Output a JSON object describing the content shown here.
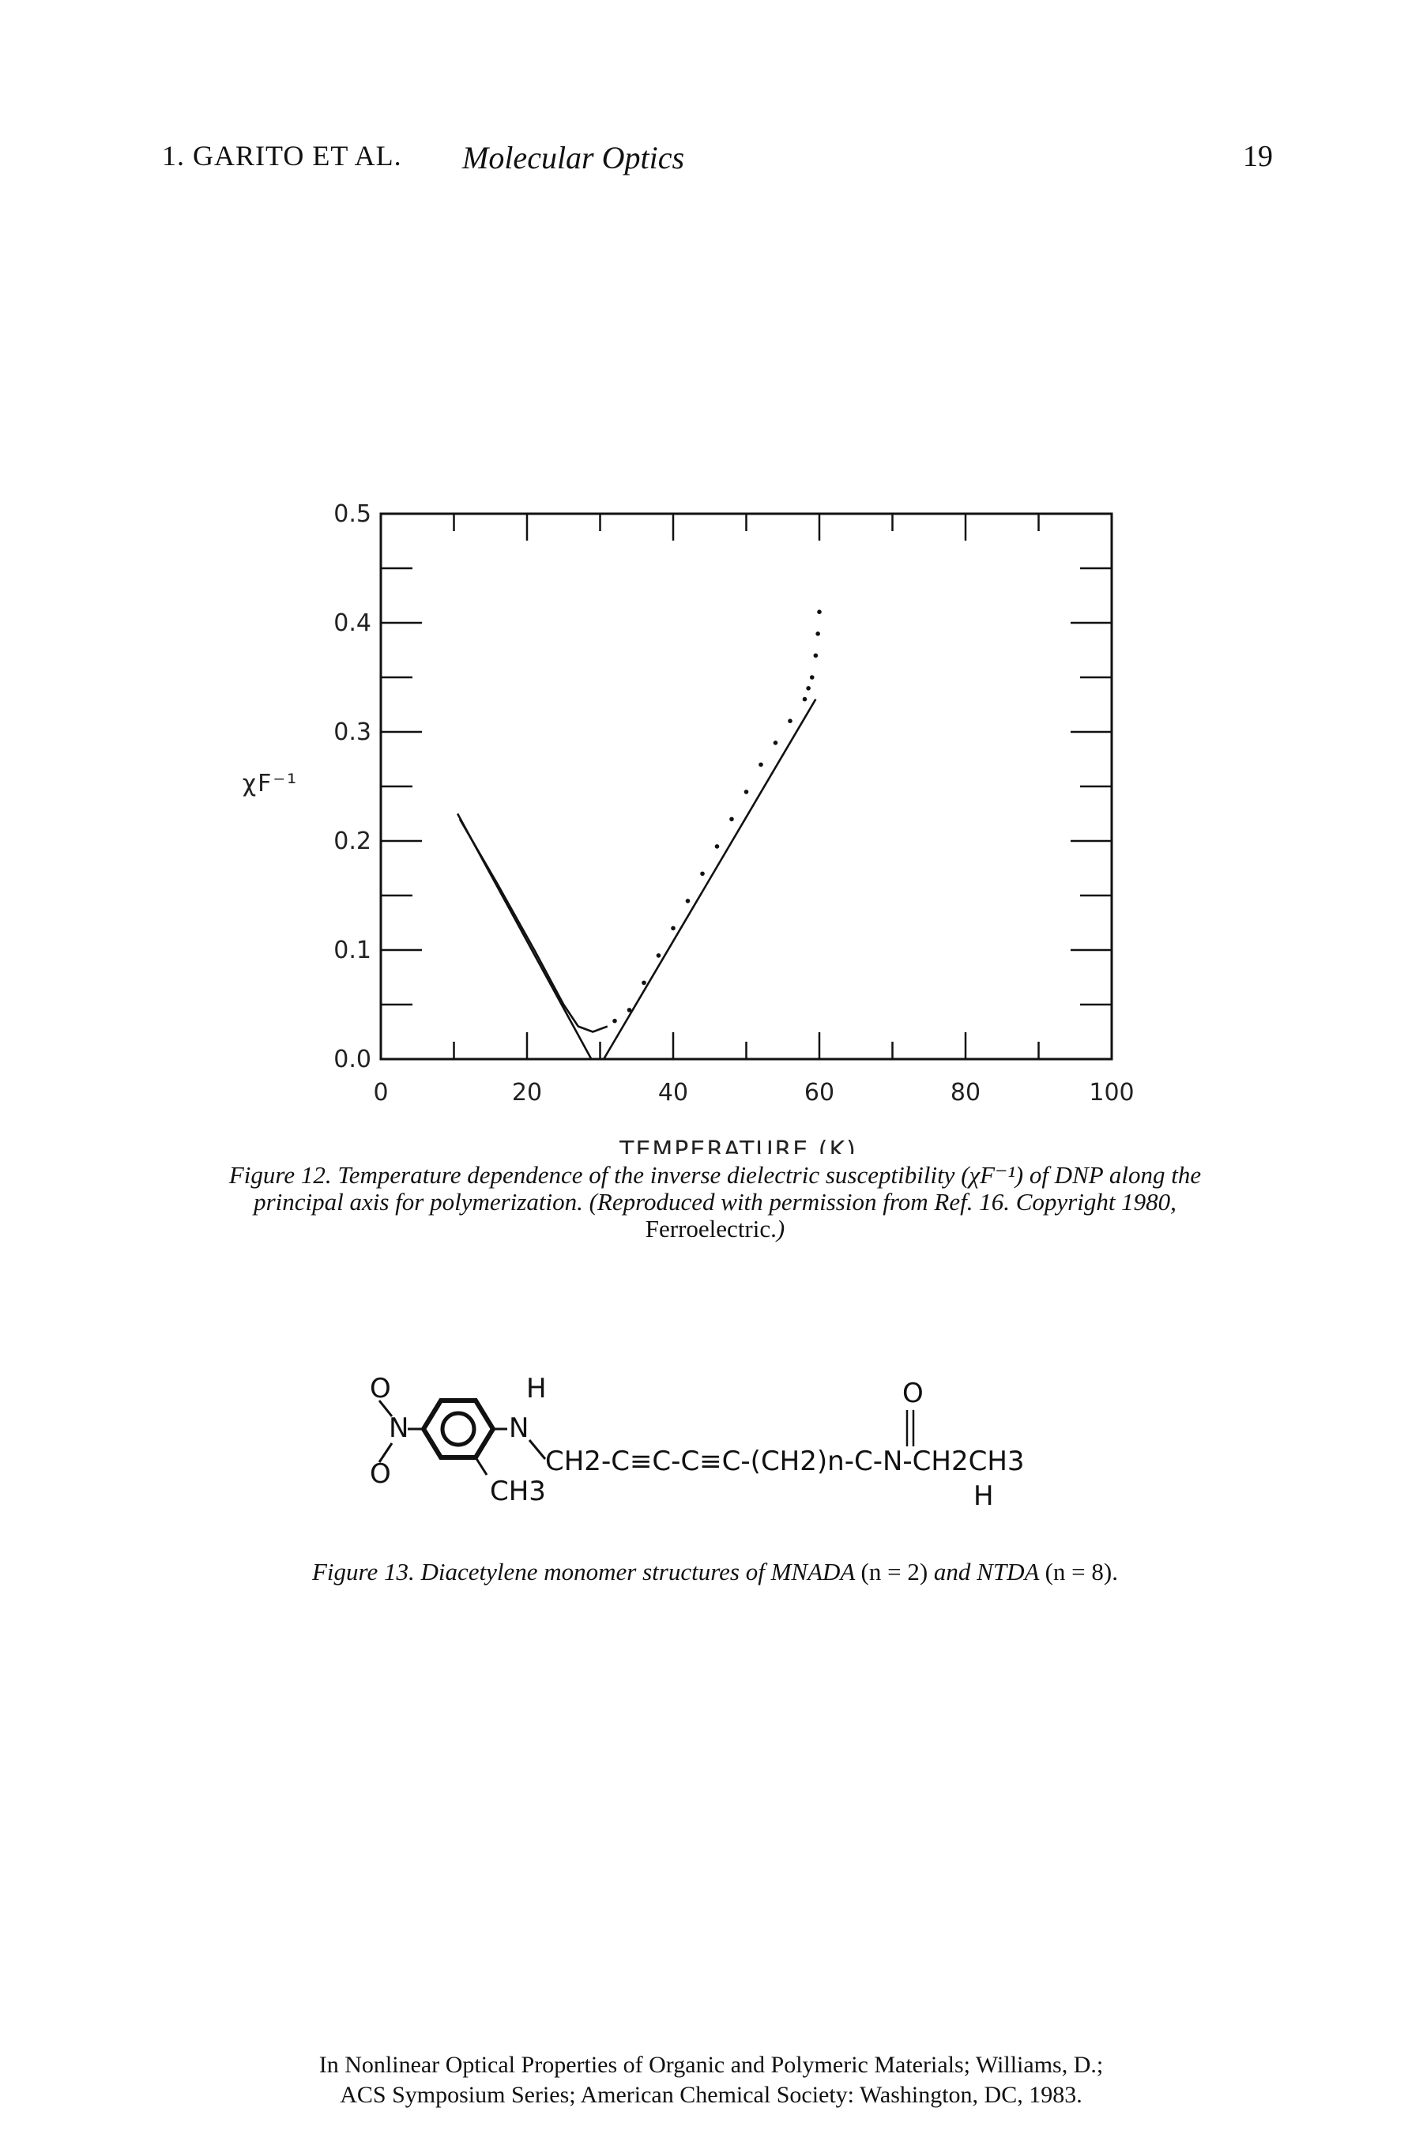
{
  "header": {
    "chapter": "1.  GARITO ET AL.",
    "running_title": "Molecular Optics",
    "page_number": "19"
  },
  "figure12": {
    "caption_label": "Figure 12.",
    "caption_part1": "Temperature dependence of the inverse dielectric susceptibility (χF⁻¹) of DNP along the principal axis for polymerization. (Reproduced with permission from Ref. 16. Copyright 1980,",
    "caption_publisher": "Ferroelectric.",
    "caption_end": ")"
  },
  "chart_data": {
    "type": "line",
    "xlabel": "TEMPERATURE (K)",
    "ylabel": "χF⁻¹",
    "xlim": [
      0,
      100
    ],
    "ylim": [
      0,
      0.5
    ],
    "x_ticks": [
      "0",
      "20",
      "40",
      "60",
      "80",
      "100"
    ],
    "y_ticks": [
      "0.0",
      "0.1",
      "0.2",
      "0.3",
      "0.4",
      "0.5"
    ],
    "grid": false,
    "series": [
      {
        "style": "solid-line",
        "points": [
          [
            10.5,
            0.225
          ],
          [
            28.8,
            0.0
          ]
        ]
      },
      {
        "style": "solid-line",
        "points": [
          [
            30.5,
            0.0
          ],
          [
            59.5,
            0.33
          ]
        ]
      },
      {
        "style": "solid-curve",
        "points": [
          [
            10.8,
            0.22
          ],
          [
            16,
            0.16
          ],
          [
            21,
            0.1
          ],
          [
            25,
            0.05
          ],
          [
            27,
            0.03
          ],
          [
            29,
            0.025
          ],
          [
            31,
            0.03
          ]
        ]
      },
      {
        "style": "dots",
        "points": [
          [
            32,
            0.035
          ],
          [
            34,
            0.045
          ],
          [
            36,
            0.07
          ],
          [
            38,
            0.095
          ],
          [
            40,
            0.12
          ],
          [
            42,
            0.145
          ],
          [
            44,
            0.17
          ],
          [
            46,
            0.195
          ],
          [
            48,
            0.22
          ],
          [
            50,
            0.245
          ],
          [
            52,
            0.27
          ],
          [
            54,
            0.29
          ],
          [
            56,
            0.31
          ],
          [
            58,
            0.33
          ],
          [
            58.5,
            0.34
          ],
          [
            59,
            0.35
          ],
          [
            59.5,
            0.37
          ],
          [
            59.8,
            0.39
          ],
          [
            60,
            0.41
          ]
        ]
      }
    ]
  },
  "figure13": {
    "caption_label": "Figure 13.",
    "caption_text": "Diacetylene monomer structures of MNADA",
    "caption_n1": "(n = 2)",
    "caption_and": "and NTDA",
    "caption_n2": "(n = 8)."
  },
  "structure": {
    "o_top": "O",
    "n_nitro": "N",
    "o_bottom": "O",
    "h_top": "H",
    "n_amine": "N",
    "ch3_ring": "CH3",
    "chain": "CH2-C≡C-C≡C-(CH2)n-C-N-CH2CH3",
    "o_carbonyl": "O",
    "h_amide": "H"
  },
  "footer": {
    "line1": "In Nonlinear Optical Properties of Organic and Polymeric Materials; Williams, D.;",
    "line2": "ACS Symposium Series; American Chemical Society: Washington, DC, 1983."
  }
}
